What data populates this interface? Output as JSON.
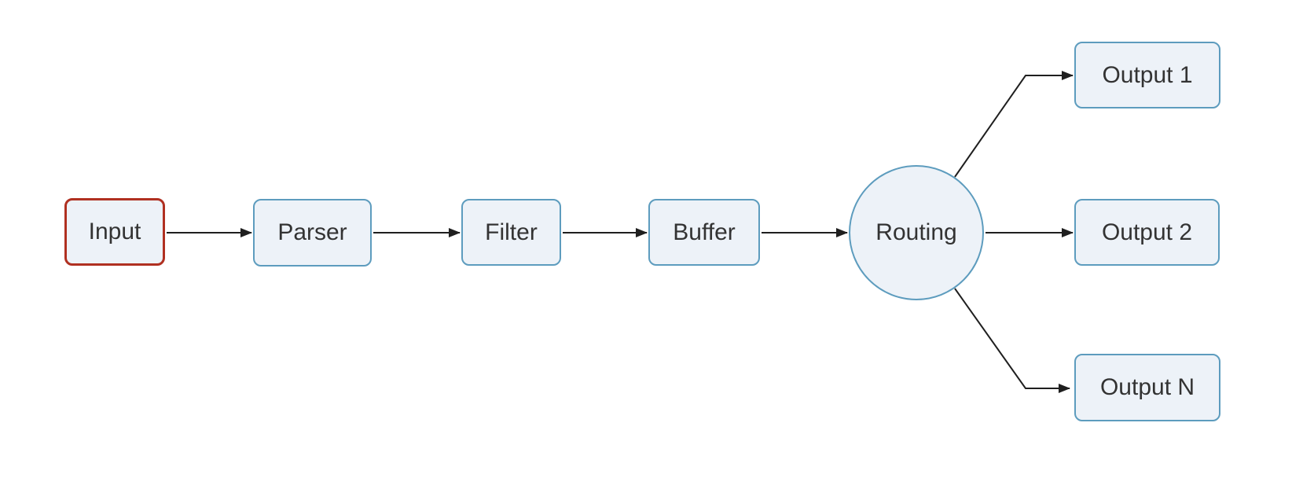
{
  "diagram": {
    "type": "flowchart",
    "direction": "left-to-right",
    "nodes": {
      "input": {
        "id": "input",
        "label": "Input",
        "shape": "rounded-rect",
        "emphasis": "red-border"
      },
      "parser": {
        "id": "parser",
        "label": "Parser",
        "shape": "rounded-rect"
      },
      "filter": {
        "id": "filter",
        "label": "Filter",
        "shape": "rounded-rect"
      },
      "buffer": {
        "id": "buffer",
        "label": "Buffer",
        "shape": "rounded-rect"
      },
      "routing": {
        "id": "routing",
        "label": "Routing",
        "shape": "circle"
      },
      "output1": {
        "id": "output1",
        "label": "Output 1",
        "shape": "rounded-rect"
      },
      "output2": {
        "id": "output2",
        "label": "Output 2",
        "shape": "rounded-rect"
      },
      "outputn": {
        "id": "outputn",
        "label": "Output N",
        "shape": "rounded-rect"
      }
    },
    "edges": [
      {
        "from": "input",
        "to": "parser"
      },
      {
        "from": "parser",
        "to": "filter"
      },
      {
        "from": "filter",
        "to": "buffer"
      },
      {
        "from": "buffer",
        "to": "routing"
      },
      {
        "from": "routing",
        "to": "output1"
      },
      {
        "from": "routing",
        "to": "output2"
      },
      {
        "from": "routing",
        "to": "outputn"
      }
    ],
    "colors": {
      "background": "#FFFFFF",
      "node_fill": "#EDF2F8",
      "node_border": "#5D9CBE",
      "input_border": "#B03021",
      "edge": "#1F1F1F",
      "text": "#333333"
    }
  }
}
